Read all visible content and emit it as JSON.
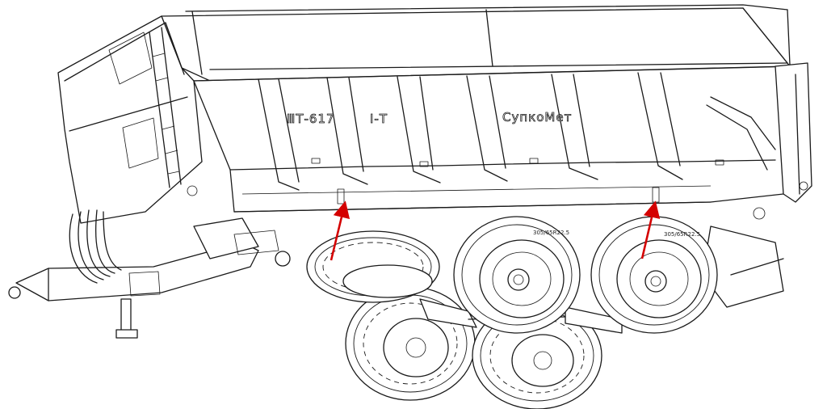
{
  "diagram": {
    "body_labels": {
      "model": "ⅢТ-617",
      "brand_short": "І-Т",
      "maker": "СупкоМет"
    },
    "tire_text": "305/65R22.5",
    "arrow_color": "#d40000",
    "line_color": "#1a1a1a",
    "background": "#ffffff"
  }
}
